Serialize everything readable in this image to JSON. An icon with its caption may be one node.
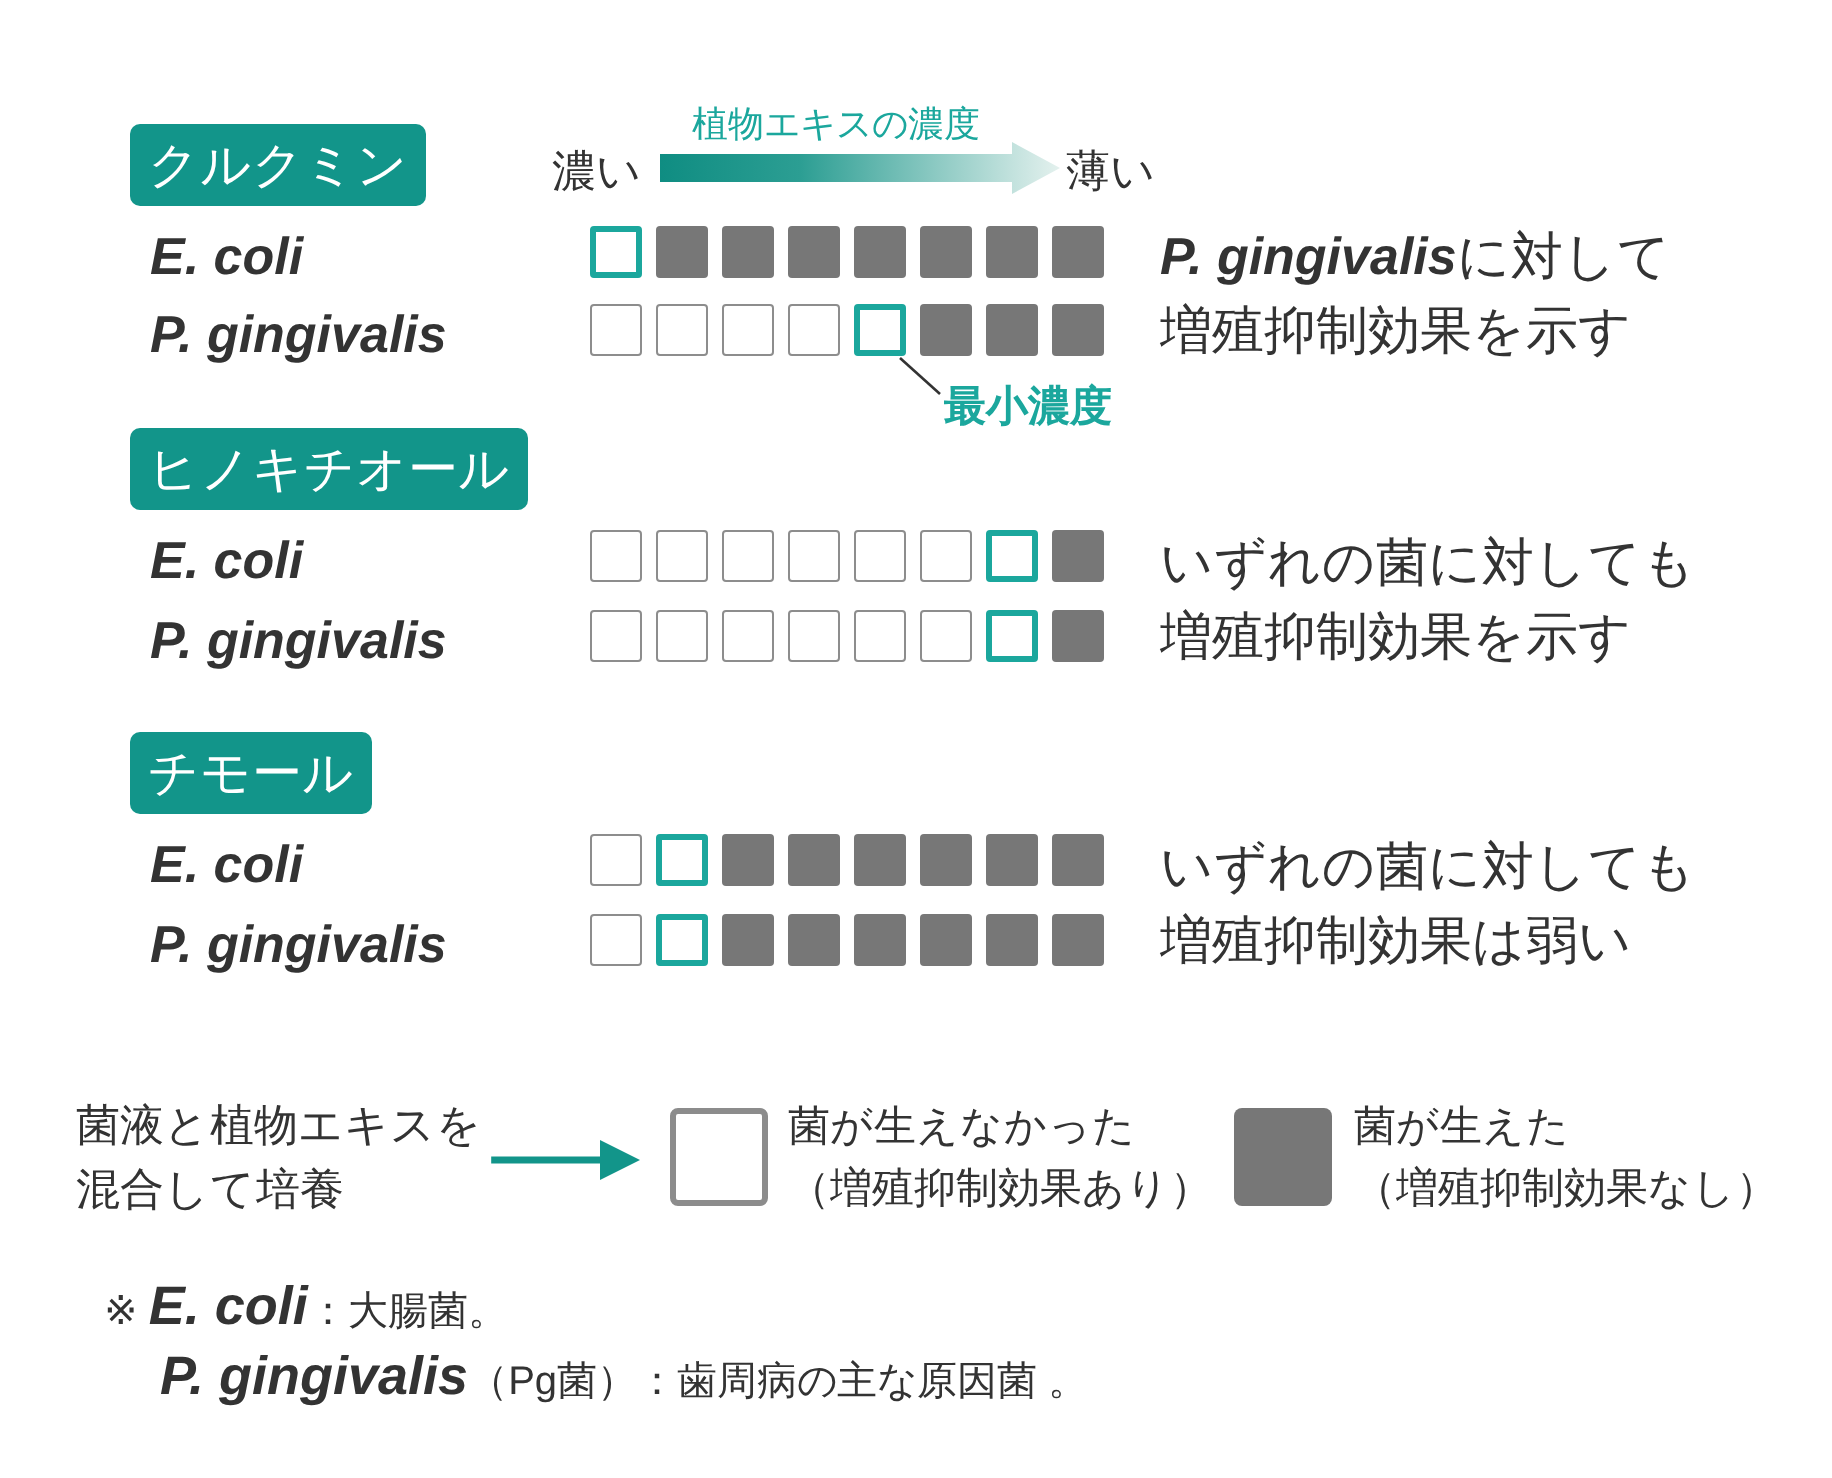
{
  "diagram": {
    "nodes": [
      {
        "text": [
          "クルクミン"
        ]
      },
      {
        "text": [],
        "shape": "box"
      },
      {
        "text": [
          "最小濃度"
        ]
      },
      {
        "text": [
          "ヒノキチオール"
        ]
      },
      {
        "text": [
          "チモール"
        ]
      },
      {
        "text": [
          "菌液と植物エキスを混合して培養"
        ]
      }
    ],
    "edges": [
      {
        "from": 2,
        "to": 1,
        "arrow": "none"
      },
      {
        "from": 5,
        "to": null,
        "arrow": "to",
        "style": "thick",
        "color": "#12958a"
      }
    ],
    "labels": [
      "植物エキスの濃度",
      "濃い",
      "薄い",
      "E. coli",
      "**P. gingivalis**に対して増殖抑制効果を示す",
      "P. gingivalis",
      "E. coli",
      "いずれの菌に対しても増殖抑制効果を示す",
      "P. gingivalis",
      "E. coli",
      "いずれの菌に対しても増殖抑制効果は弱い",
      "P. gingivalis",
      "※ *E. coli*：大腸菌。",
      "*P. gingivalis*（Pg菌）：歯周病の主な原因菌 。"
    ],
    "legend": [
      {
        "text": "菌が生えなかった（増殖抑制効果あり）"
      },
      {
        "text": "菌が生えた（増殖抑制効果なし）",
        "color": "#777777"
      }
    ]
  }
}
